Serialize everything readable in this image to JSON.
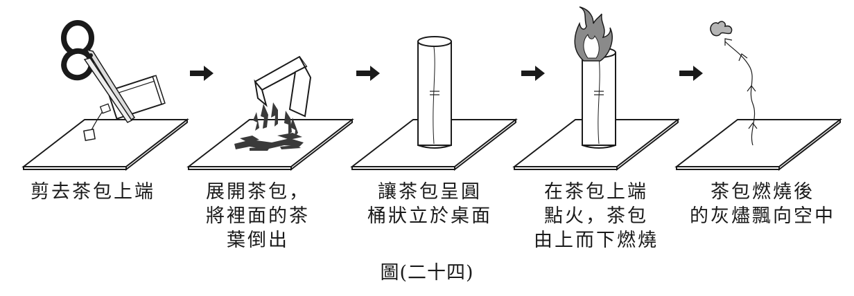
{
  "steps": [
    {
      "id": "cut",
      "caption": [
        "剪去茶包上端"
      ]
    },
    {
      "id": "spread",
      "caption": [
        "展開茶包，",
        "將裡面的茶",
        "葉倒出"
      ]
    },
    {
      "id": "stand",
      "caption": [
        "讓茶包呈圓",
        "桶狀立於桌面"
      ]
    },
    {
      "id": "ignite",
      "caption": [
        "在茶包上端",
        "點火，茶包",
        "由上而下燃燒"
      ]
    },
    {
      "id": "rise",
      "caption": [
        "茶包燃燒後",
        "的灰燼飄向空中"
      ]
    }
  ],
  "figure_label": "圖(二十四)",
  "colors": {
    "ink": "#1a1a1a",
    "tea": "#3a3a3a",
    "flame_gray": "#8a8a8a",
    "ash": "#b5b5b5"
  },
  "icons": [
    "scissors-icon",
    "arrow-right-icon",
    "flame-icon"
  ]
}
